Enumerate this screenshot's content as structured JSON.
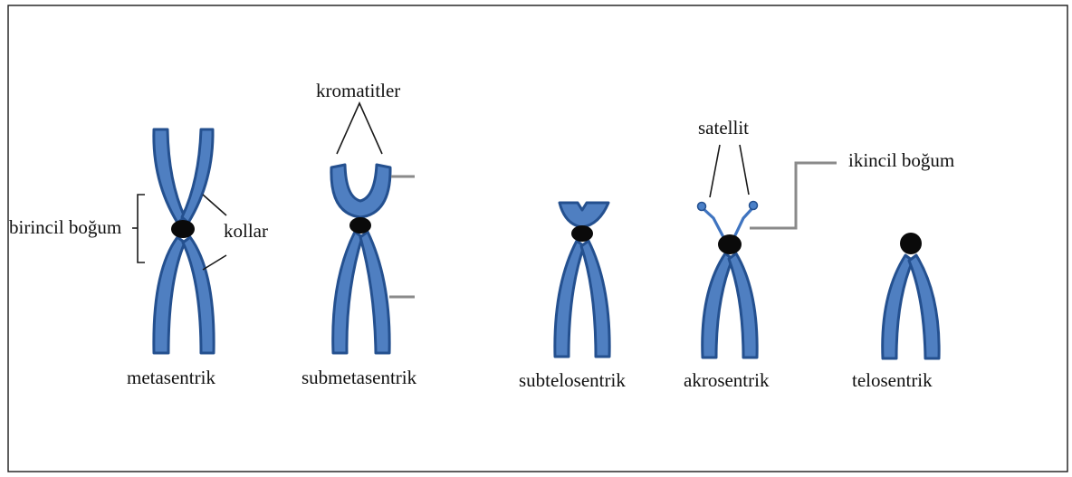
{
  "labels": {
    "metacentric": "metasentrik",
    "submetacentric": "submetasentrik",
    "subtelocentric": "subtelosentrik",
    "acrocentric": "akrosentrik",
    "telocentric": "telosentrik",
    "primary_constriction": "birincil boğum",
    "arms": "kollar",
    "chromatids": "kromatitler",
    "satellite": "satellit",
    "secondary_constriction": "ikincil boğum"
  },
  "colors": {
    "chromosome_fill": "#4f7fc1",
    "chromosome_outline": "#24508f",
    "centromere": "#0a0a0a",
    "leader_line": "#1a1a1a",
    "marker_line": "#8a8a8a"
  }
}
